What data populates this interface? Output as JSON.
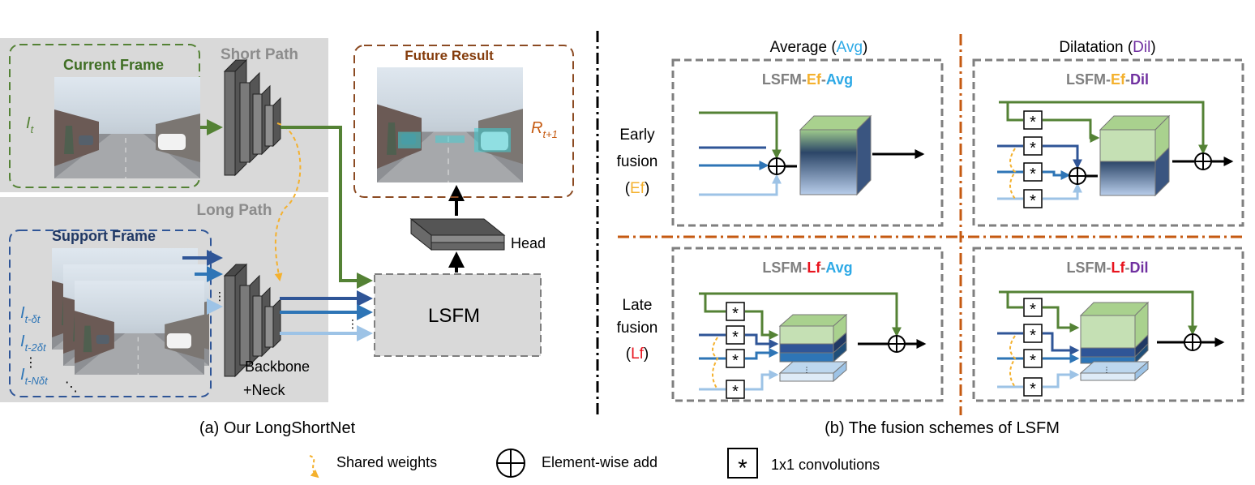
{
  "panel_a": {
    "short_path": "Short Path",
    "long_path": "Long Path",
    "current_frame": "Current Frame",
    "support_frame": "Support Frame",
    "future_result": "Future Result",
    "lsfm": "LSFM",
    "head": "Head",
    "backbone": "Backbone",
    "neck": "+Neck",
    "symbols": {
      "it_main": "I",
      "it_sub": "t",
      "r_main": "R",
      "r_sub": "t+1",
      "s1_main": "I",
      "s1_sub": "t-δt",
      "s2_main": "I",
      "s2_sub": "t-2δt",
      "sn_main": "I",
      "sn_sub": "t-Nδt"
    },
    "caption": "(a) Our LongShortNet"
  },
  "panel_b": {
    "col_avg_prefix": "Average (",
    "col_avg_abbr": "Avg",
    "col_dil_prefix": "Dilatation (",
    "col_dil_abbr": "Dil",
    "close_paren": ")",
    "row_early_1": "Early",
    "row_early_2": "fusion",
    "row_early_abbr": "Ef",
    "row_late_1": "Late",
    "row_late_2": "fusion",
    "row_late_abbr": "Lf",
    "open_paren": "(",
    "box_prefix": "LSFM-",
    "dash": "-",
    "titles": {
      "ef_avg": [
        "LSFM-",
        "Ef",
        "-",
        "Avg"
      ],
      "ef_dil": [
        "LSFM-",
        "Ef",
        "-",
        "Dil"
      ],
      "lf_avg": [
        "LSFM-",
        "Lf",
        "-",
        "Avg"
      ],
      "lf_dil": [
        "LSFM-",
        "Lf",
        "-",
        "Dil"
      ]
    },
    "caption": "(b) The fusion schemes of LSFM"
  },
  "legend": {
    "shared_weights": "Shared weights",
    "element_wise_add": "Element-wise add",
    "conv": "1x1 convolutions"
  },
  "colors": {
    "green": "#548235",
    "navy": "#2F5597",
    "mid_blue": "#2E75B6",
    "light_blue": "#9DC3E6",
    "orange_yellow": "#F4B12E",
    "brown": "#8B4A22",
    "divider_orange": "#C55A11",
    "red": "#E8141E",
    "purple": "#7030A0",
    "cyan": "#2DA9E6",
    "gray_title": "#7F7F7F",
    "panel_gray": "#D9D9D9"
  }
}
